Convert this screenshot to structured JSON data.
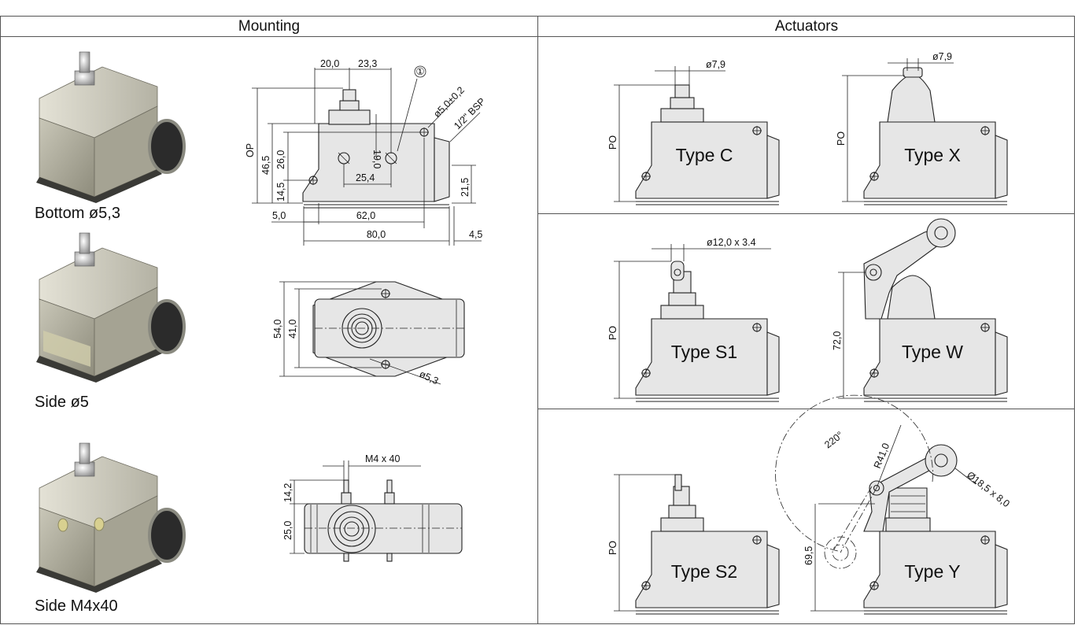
{
  "headers": {
    "mounting": "Mounting",
    "actuators": "Actuators"
  },
  "mounting": {
    "captions": [
      "Bottom ø5,3",
      "Side ø5",
      "Side M4x40"
    ],
    "bottom_dims": {
      "d1": "20,0",
      "d2": "23,3",
      "callout": "①",
      "hole": "ø5,0±0,2",
      "thread": "1/2\" BSP",
      "op": "OP",
      "h1": "46,5",
      "h2": "26,0",
      "h3": "19,0",
      "h4": "14,5",
      "spacing": "25,4",
      "h5": "21,5",
      "w1": "5,0",
      "w2": "62,0",
      "w3": "80,0",
      "w4": "4,5"
    },
    "side_dims": {
      "h1": "54,0",
      "h2": "41,0",
      "hole": "ø5,3"
    },
    "m4_dims": {
      "stud": "M4 x 40",
      "h1": "14,2",
      "h2": "25,0"
    }
  },
  "actuators": {
    "types": [
      "Type C",
      "Type X",
      "Type S1",
      "Type W",
      "Type S2",
      "Type Y"
    ],
    "po": "PO",
    "d_c": "ø7,9",
    "d_x": "ø7,9",
    "d_s1": "ø12,0 x 3.4",
    "h_w": "72,0",
    "h_y": "69,5",
    "angle_y": "220°",
    "radius_y": "R41,0",
    "roller_y": "Ø18,5 x 8,0"
  },
  "colors": {
    "line": "#222222",
    "body_fill": "#e6e6e6",
    "grid": "#555555"
  }
}
